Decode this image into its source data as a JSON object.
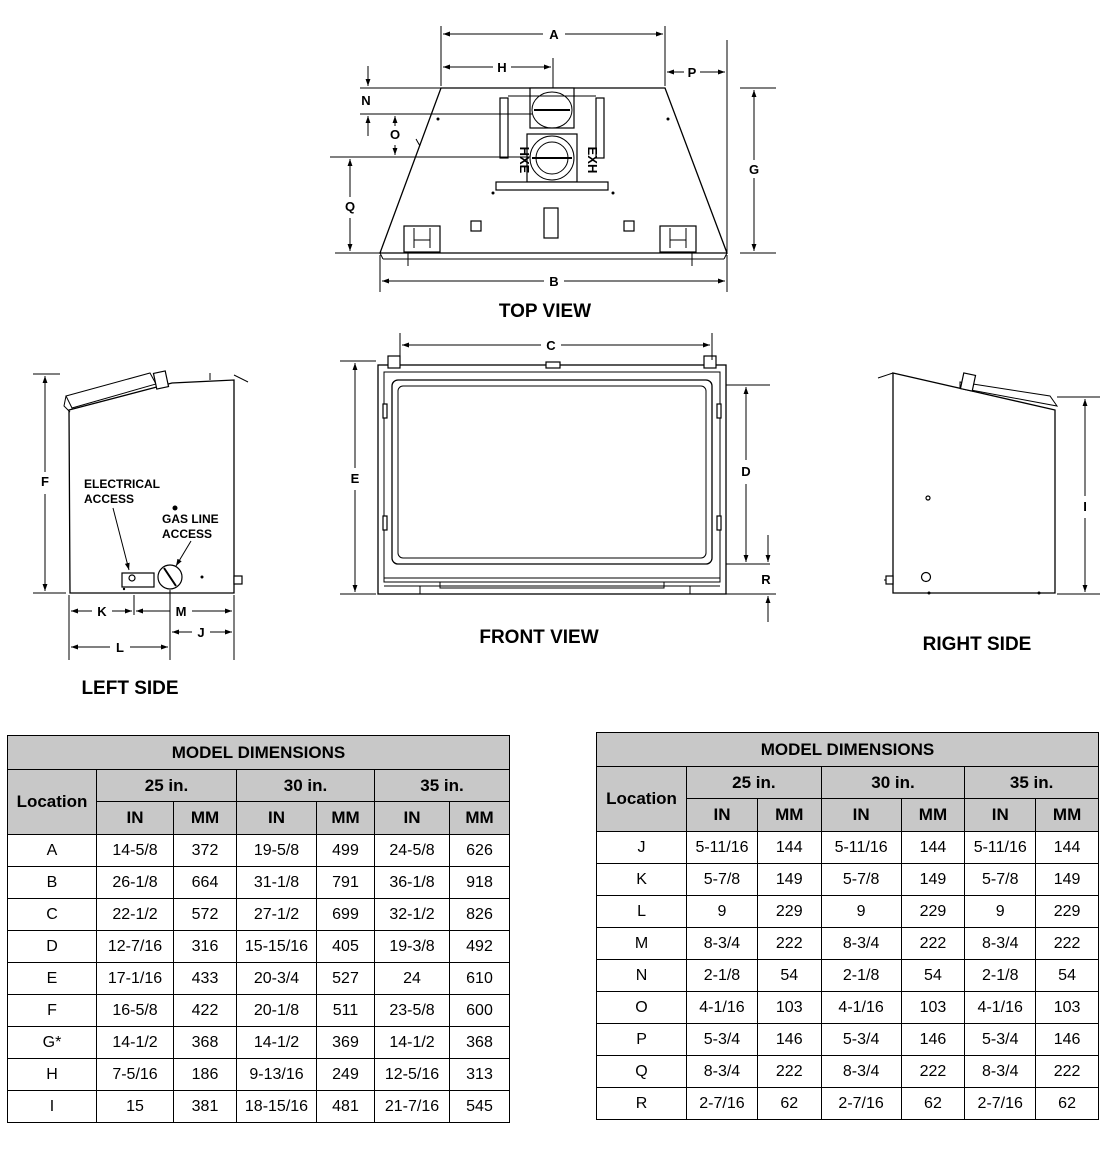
{
  "views": {
    "top": "TOP VIEW",
    "front": "FRONT VIEW",
    "left": "LEFT SIDE",
    "right": "RIGHT SIDE"
  },
  "callouts": {
    "electrical_1": "ELECTRICAL",
    "electrical_2": "ACCESS",
    "gas_1": "GAS LINE",
    "gas_2": "ACCESS",
    "exh": "EXH",
    "exh_mirror": "HXE"
  },
  "dims": {
    "A": "A",
    "B": "B",
    "C": "C",
    "D": "D",
    "E": "E",
    "F": "F",
    "G": "G",
    "H": "H",
    "I": "I",
    "J": "J",
    "K": "K",
    "L": "L",
    "M": "M",
    "N": "N",
    "O": "O",
    "P": "P",
    "Q": "Q",
    "R": "R"
  },
  "table_left": {
    "title": "MODEL DIMENSIONS",
    "location": "Location",
    "sizes": [
      "25 in.",
      "30 in.",
      "35 in."
    ],
    "units": [
      "IN",
      "MM",
      "IN",
      "MM",
      "IN",
      "MM"
    ],
    "rows": [
      [
        "A",
        "14-5/8",
        "372",
        "19-5/8",
        "499",
        "24-5/8",
        "626"
      ],
      [
        "B",
        "26-1/8",
        "664",
        "31-1/8",
        "791",
        "36-1/8",
        "918"
      ],
      [
        "C",
        "22-1/2",
        "572",
        "27-1/2",
        "699",
        "32-1/2",
        "826"
      ],
      [
        "D",
        "12-7/16",
        "316",
        "15-15/16",
        "405",
        "19-3/8",
        "492"
      ],
      [
        "E",
        "17-1/16",
        "433",
        "20-3/4",
        "527",
        "24",
        "610"
      ],
      [
        "F",
        "16-5/8",
        "422",
        "20-1/8",
        "511",
        "23-5/8",
        "600"
      ],
      [
        "G*",
        "14-1/2",
        "368",
        "14-1/2",
        "369",
        "14-1/2",
        "368"
      ],
      [
        "H",
        "7-5/16",
        "186",
        "9-13/16",
        "249",
        "12-5/16",
        "313"
      ],
      [
        "I",
        "15",
        "381",
        "18-15/16",
        "481",
        "21-7/16",
        "545"
      ]
    ]
  },
  "table_right": {
    "title": "MODEL DIMENSIONS",
    "location": "Location",
    "sizes": [
      "25 in.",
      "30 in.",
      "35 in."
    ],
    "units": [
      "IN",
      "MM",
      "IN",
      "MM",
      "IN",
      "MM"
    ],
    "rows": [
      [
        "J",
        "5-11/16",
        "144",
        "5-11/16",
        "144",
        "5-11/16",
        "144"
      ],
      [
        "K",
        "5-7/8",
        "149",
        "5-7/8",
        "149",
        "5-7/8",
        "149"
      ],
      [
        "L",
        "9",
        "229",
        "9",
        "229",
        "9",
        "229"
      ],
      [
        "M",
        "8-3/4",
        "222",
        "8-3/4",
        "222",
        "8-3/4",
        "222"
      ],
      [
        "N",
        "2-1/8",
        "54",
        "2-1/8",
        "54",
        "2-1/8",
        "54"
      ],
      [
        "O",
        "4-1/16",
        "103",
        "4-1/16",
        "103",
        "4-1/16",
        "103"
      ],
      [
        "P",
        "5-3/4",
        "146",
        "5-3/4",
        "146",
        "5-3/4",
        "146"
      ],
      [
        "Q",
        "8-3/4",
        "222",
        "8-3/4",
        "222",
        "8-3/4",
        "222"
      ],
      [
        "R",
        "2-7/16",
        "62",
        "2-7/16",
        "62",
        "2-7/16",
        "62"
      ]
    ]
  }
}
